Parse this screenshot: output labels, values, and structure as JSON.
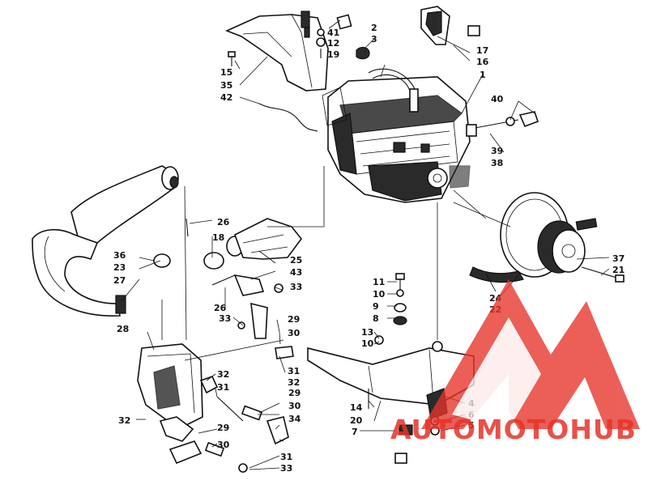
{
  "diagram": {
    "callouts": [
      {
        "id": "c-1",
        "text": "1"
      },
      {
        "id": "c-2",
        "text": "2"
      },
      {
        "id": "c-3",
        "text": "3"
      },
      {
        "id": "c-4",
        "text": "4"
      },
      {
        "id": "c-5",
        "text": "5"
      },
      {
        "id": "c-6",
        "text": "6"
      },
      {
        "id": "c-7",
        "text": "7"
      },
      {
        "id": "c-8",
        "text": "8"
      },
      {
        "id": "c-9",
        "text": "9"
      },
      {
        "id": "c-10a",
        "text": "10"
      },
      {
        "id": "c-10b",
        "text": "10"
      },
      {
        "id": "c-11",
        "text": "11"
      },
      {
        "id": "c-12",
        "text": "12"
      },
      {
        "id": "c-13",
        "text": "13"
      },
      {
        "id": "c-14",
        "text": "14"
      },
      {
        "id": "c-15",
        "text": "15"
      },
      {
        "id": "c-16",
        "text": "16"
      },
      {
        "id": "c-17",
        "text": "17"
      },
      {
        "id": "c-18",
        "text": "18"
      },
      {
        "id": "c-19",
        "text": "19"
      },
      {
        "id": "c-20",
        "text": "20"
      },
      {
        "id": "c-21",
        "text": "21"
      },
      {
        "id": "c-22",
        "text": "22"
      },
      {
        "id": "c-23",
        "text": "23"
      },
      {
        "id": "c-24",
        "text": "24"
      },
      {
        "id": "c-25",
        "text": "25"
      },
      {
        "id": "c-26a",
        "text": "26"
      },
      {
        "id": "c-26b",
        "text": "26"
      },
      {
        "id": "c-27",
        "text": "27"
      },
      {
        "id": "c-28",
        "text": "28"
      },
      {
        "id": "c-29a",
        "text": "29"
      },
      {
        "id": "c-29b",
        "text": "29"
      },
      {
        "id": "c-29c",
        "text": "29"
      },
      {
        "id": "c-30a",
        "text": "30"
      },
      {
        "id": "c-30b",
        "text": "30"
      },
      {
        "id": "c-30c",
        "text": "30"
      },
      {
        "id": "c-31a",
        "text": "31"
      },
      {
        "id": "c-31b",
        "text": "31"
      },
      {
        "id": "c-31c",
        "text": "31"
      },
      {
        "id": "c-32a",
        "text": "32"
      },
      {
        "id": "c-32b",
        "text": "32"
      },
      {
        "id": "c-32c",
        "text": "32"
      },
      {
        "id": "c-33a",
        "text": "33"
      },
      {
        "id": "c-33b",
        "text": "33"
      },
      {
        "id": "c-33c",
        "text": "33"
      },
      {
        "id": "c-34",
        "text": "34"
      },
      {
        "id": "c-35",
        "text": "35"
      },
      {
        "id": "c-36",
        "text": "36"
      },
      {
        "id": "c-37",
        "text": "37"
      },
      {
        "id": "c-38",
        "text": "38"
      },
      {
        "id": "c-39",
        "text": "39"
      },
      {
        "id": "c-40",
        "text": "40"
      },
      {
        "id": "c-41",
        "text": "41"
      },
      {
        "id": "c-42",
        "text": "42"
      },
      {
        "id": "c-43",
        "text": "43"
      }
    ]
  },
  "watermark": {
    "brand_text": "AUTOMOTOHUB",
    "colors": {
      "accent": "#e63329",
      "dark": "#3a3a3a"
    }
  }
}
